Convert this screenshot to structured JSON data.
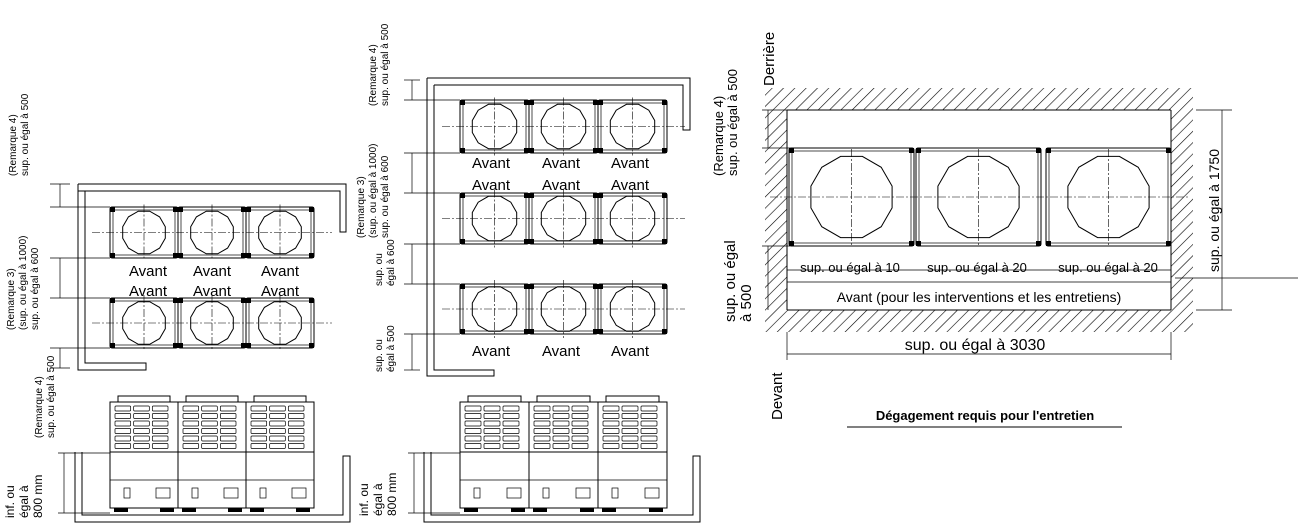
{
  "diagram1": {
    "note4_top": [
      "(Remarque 4)",
      "sup. ou égal à 500"
    ],
    "note3": [
      "(Remarque 3)",
      "(sup. ou égal à 1000)",
      "sup. ou égal à 600"
    ],
    "note4_bottom": [
      "(Remarque 4)",
      "sup. ou égal à 500"
    ],
    "front_labels_row1": [
      "Avant",
      "Avant",
      "Avant"
    ],
    "front_labels_row2": [
      "Avant",
      "Avant",
      "Avant"
    ],
    "height_label": [
      "inf. ou",
      "égal à",
      "800 mm"
    ]
  },
  "diagram2": {
    "note4": [
      "(Remarque 4)",
      "sup. ou égal à 500"
    ],
    "note3": [
      "(Remarque 3)",
      "(sup. ou égal à 1000)",
      "sup. ou égal à 600"
    ],
    "gap_label": [
      "sup. ou",
      "égal à 600"
    ],
    "bottom_label": [
      "sup. ou",
      "égal à 500"
    ],
    "front_labels_row1": [
      "Avant",
      "Avant",
      "Avant"
    ],
    "front_labels_row2": [
      "Avant",
      "Avant",
      "Avant"
    ],
    "front_labels_row3": [
      "Avant",
      "Avant",
      "Avant"
    ],
    "height_label": [
      "inf. ou",
      "égal à",
      "800 mm"
    ]
  },
  "diagram3": {
    "rear_label": "Derrière",
    "front_side_label": "Devant",
    "note4": [
      "(Remarque 4)",
      "sup. ou égal à 500"
    ],
    "left_label": [
      "sup. ou égal",
      "à 500"
    ],
    "right_label": "sup. ou égal à 1750",
    "gap_labels": [
      "sup. ou égal à 10",
      "sup. ou égal à 20",
      "sup. ou égal à 20"
    ],
    "front_service": "Avant (pour les interventions et les entretiens)",
    "width_label": "sup. ou égal à 3030",
    "caption": "Dégagement requis pour l'entretien"
  }
}
